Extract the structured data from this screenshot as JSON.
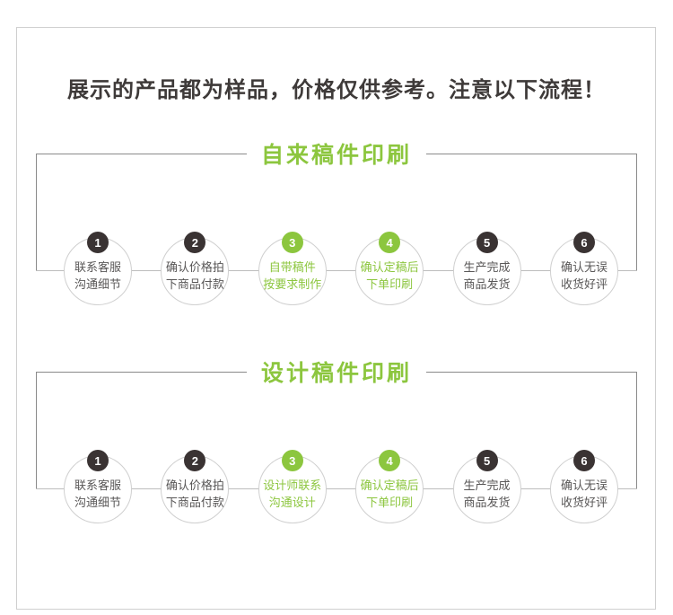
{
  "headline": "展示的产品都为样品，价格仅供参考。注意以下流程！",
  "colors": {
    "green": "#8cc63e",
    "dark": "#3a3333",
    "text": "#595757"
  },
  "flows": [
    {
      "title": "自来稿件印刷",
      "steps": [
        {
          "num": "1",
          "line1": "联系客服",
          "line2": "沟通细节",
          "highlight": false
        },
        {
          "num": "2",
          "line1": "确认价格拍",
          "line2": "下商品付款",
          "highlight": false
        },
        {
          "num": "3",
          "line1": "自带稿件",
          "line2": "按要求制作",
          "highlight": true
        },
        {
          "num": "4",
          "line1": "确认定稿后",
          "line2": "下单印刷",
          "highlight": true
        },
        {
          "num": "5",
          "line1": "生产完成",
          "line2": "商品发货",
          "highlight": false
        },
        {
          "num": "6",
          "line1": "确认无误",
          "line2": "收货好评",
          "highlight": false
        }
      ]
    },
    {
      "title": "设计稿件印刷",
      "steps": [
        {
          "num": "1",
          "line1": "联系客服",
          "line2": "沟通细节",
          "highlight": false
        },
        {
          "num": "2",
          "line1": "确认价格拍",
          "line2": "下商品付款",
          "highlight": false
        },
        {
          "num": "3",
          "line1": "设计师联系",
          "line2": "沟通设计",
          "highlight": true
        },
        {
          "num": "4",
          "line1": "确认定稿后",
          "line2": "下单印刷",
          "highlight": true
        },
        {
          "num": "5",
          "line1": "生产完成",
          "line2": "商品发货",
          "highlight": false
        },
        {
          "num": "6",
          "line1": "确认无误",
          "line2": "收货好评",
          "highlight": false
        }
      ]
    }
  ]
}
